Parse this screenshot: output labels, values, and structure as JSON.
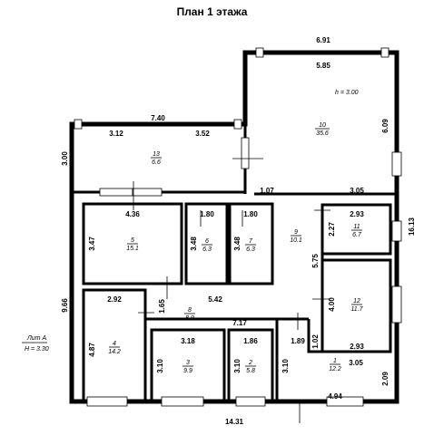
{
  "title": "План 1 этажа",
  "lit": {
    "name": "Лит А",
    "height": "H = 3.30"
  },
  "ceiling": "h = 3.00",
  "rooms": [
    {
      "num": "1",
      "area": "12.2"
    },
    {
      "num": "2",
      "area": "5.8"
    },
    {
      "num": "3",
      "area": "9.9"
    },
    {
      "num": "4",
      "area": "14.2"
    },
    {
      "num": "5",
      "area": "15.1"
    },
    {
      "num": "6",
      "area": "6.3"
    },
    {
      "num": "7",
      "area": "6.3"
    },
    {
      "num": "8",
      "area": "8.9"
    },
    {
      "num": "9",
      "area": "10.1"
    },
    {
      "num": "10",
      "area": "35.6"
    },
    {
      "num": "11",
      "area": "6.7"
    },
    {
      "num": "12",
      "area": "11.7"
    },
    {
      "num": "13",
      "area": "6.6"
    }
  ],
  "dims": {
    "d691": "6.91",
    "d585": "5.85",
    "d609": "6.09",
    "d740": "7.40",
    "d312": "3.12",
    "d352": "3.52",
    "d300": "3.00",
    "d107": "1.07",
    "d305a": "3.05",
    "d1613": "16.13",
    "d436": "4.36",
    "d180a": "1.80",
    "d180b": "1.80",
    "d293a": "2.93",
    "d347": "3.47",
    "d348a": "3.48",
    "d348b": "3.48",
    "d227": "2.27",
    "d575": "5.75",
    "d400": "4.00",
    "d966": "9.66",
    "d292": "2.92",
    "d165": "1.65",
    "d542": "5.42",
    "d717": "7.17",
    "d293b": "2.93",
    "d487": "4.87",
    "d318": "3.18",
    "d186": "1.86",
    "d189": "1.89",
    "d102": "1.02",
    "d310a": "3.10",
    "d310b": "3.10",
    "d310c": "3.10",
    "d305b": "3.05",
    "d209": "2.09",
    "d494": "4.94",
    "d1431": "14.31"
  }
}
